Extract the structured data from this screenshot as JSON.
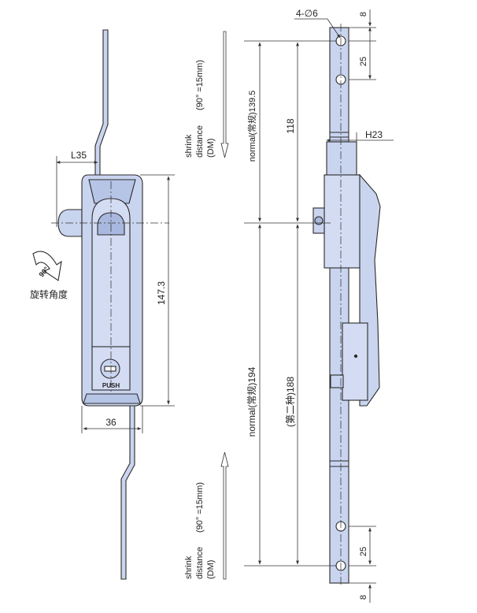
{
  "dimensions": {
    "holes": "4-∅6",
    "top_gap": "8",
    "top_pitch": "25",
    "upper_span": "118",
    "normal_upper": "normal(常规)139.5",
    "handle_height": "147.3",
    "handle_width": "36",
    "lever_offset": "L35",
    "hinge_height": "H23",
    "normal_lower": "normal(常规)194",
    "second_type": "(第二种)188",
    "bottom_pitch": "25",
    "bottom_gap": "8"
  },
  "labels": {
    "shrink_top_l1": "shrink",
    "shrink_top_l2": "distance",
    "shrink_top_l3": "(DM)",
    "shrink_top_angle": "(90° =15mm)",
    "shrink_bot_l1": "shrink",
    "shrink_bot_l2": "distance",
    "shrink_bot_l3": "(DM)",
    "shrink_bot_angle": "(90° =15mm)",
    "rotation_angle": "旋转角度",
    "rotation_degrees": "90°",
    "push_button": "PUSH"
  },
  "colors": {
    "part_fill": "#c9d4ef",
    "part_fill_dark": "#a9b8de",
    "outline": "#2a2a2a",
    "dimension_line": "#333333"
  }
}
